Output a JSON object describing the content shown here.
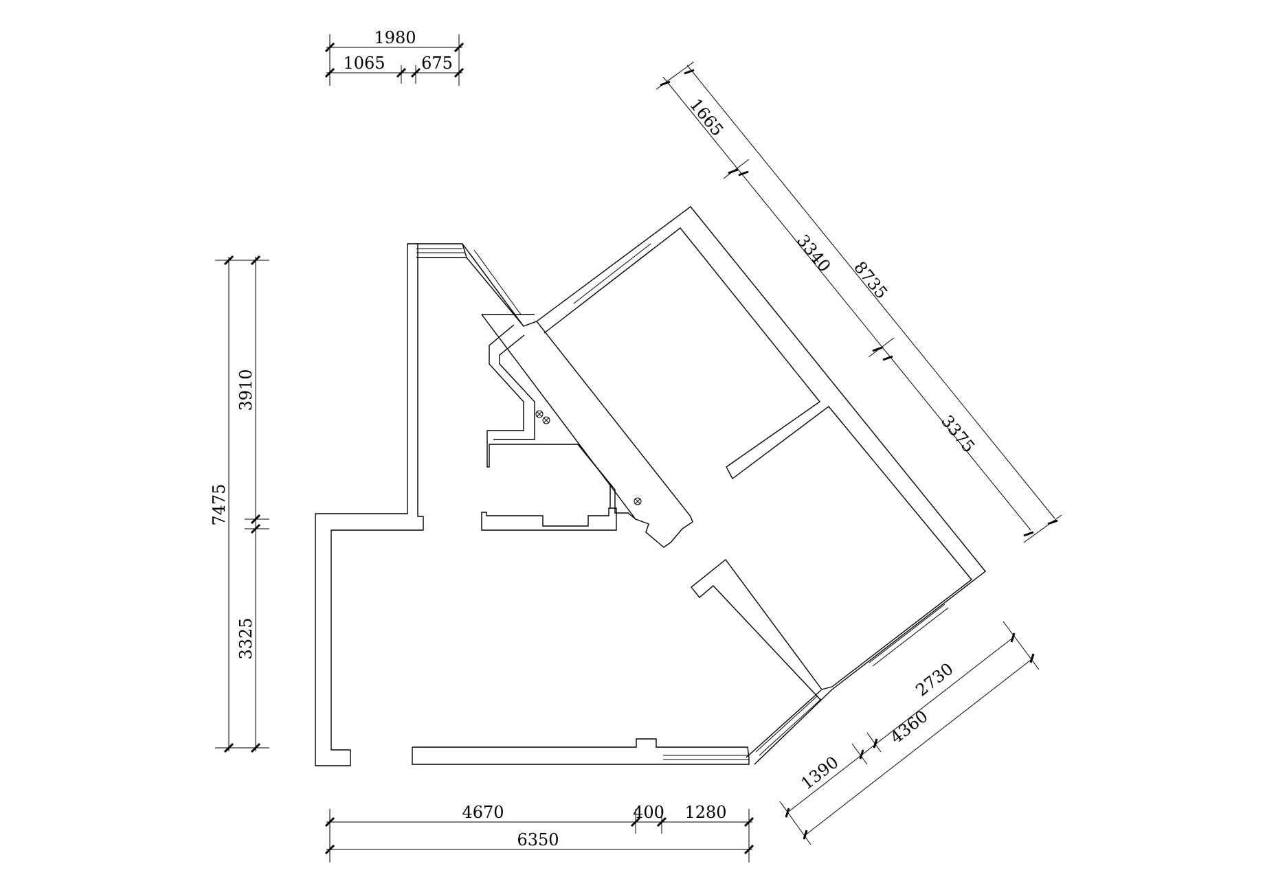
{
  "colors": {
    "line": "#000000",
    "background": "#ffffff"
  },
  "dimensions": {
    "top": {
      "overall": "1980",
      "part_a": "1065",
      "part_b": "675"
    },
    "left": {
      "overall": "7475",
      "upper": "3910",
      "lower": "3325"
    },
    "bottom": {
      "overall": "6350",
      "part_a": "4670",
      "part_b": "400",
      "part_c": "1280"
    },
    "right_diagonal": {
      "overall": "8735",
      "part_a": "1665",
      "part_b": "3340",
      "part_c": "3375"
    },
    "lower_right_diagonal": {
      "overall": "4360",
      "part_a": "1390",
      "part_b": "2730"
    }
  }
}
